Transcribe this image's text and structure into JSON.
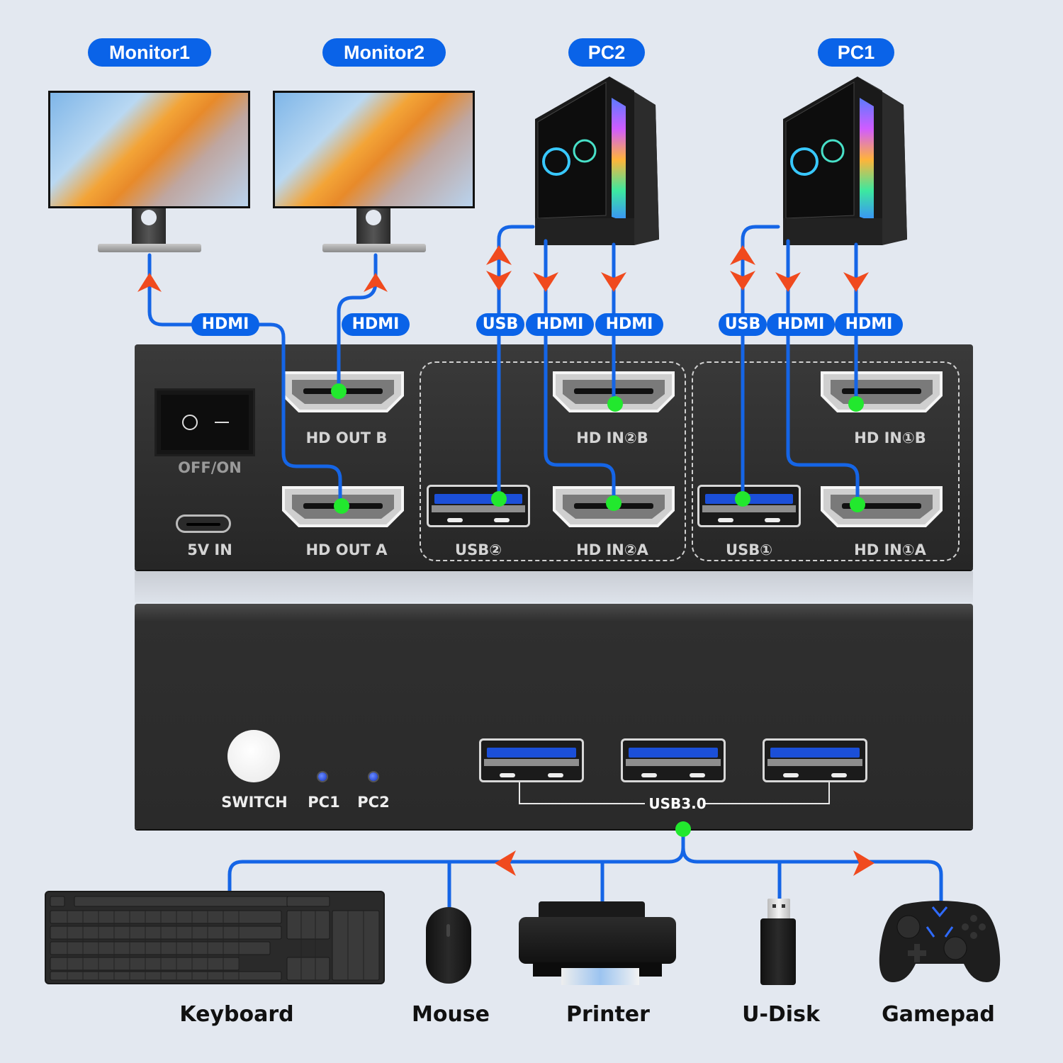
{
  "top_labels": {
    "monitor1": "Monitor1",
    "monitor2": "Monitor2",
    "pc2": "PC2",
    "pc1": "PC1"
  },
  "cable_labels": {
    "monitor1_hdmi": "HDMI",
    "monitor2_hdmi": "HDMI",
    "pc2_usb": "USB",
    "pc2_hdmi_a": "HDMI",
    "pc2_hdmi_b": "HDMI",
    "pc1_usb": "USB",
    "pc1_hdmi_a": "HDMI",
    "pc1_hdmi_b": "HDMI"
  },
  "rear_panel": {
    "power_switch_label": "OFF/ON",
    "power_in_label": "5V IN",
    "hd_out_b": "HD OUT B",
    "hd_out_a": "HD OUT A",
    "usb2": "USB②",
    "hd_in2_b": "HD IN②B",
    "hd_in2_a": "HD IN②A",
    "usb1": "USB①",
    "hd_in1_b": "HD IN①B",
    "hd_in1_a": "HD IN①A"
  },
  "front_panel": {
    "switch_label": "SWITCH",
    "led_pc1": "PC1",
    "led_pc2": "PC2",
    "usb_ports_label": "USB3.0"
  },
  "peripherals": [
    {
      "name": "Keyboard"
    },
    {
      "name": "Mouse"
    },
    {
      "name": "Printer"
    },
    {
      "name": "U-Disk"
    },
    {
      "name": "Gamepad"
    }
  ],
  "colors": {
    "cable": "#1565e6",
    "arrow": "#f04a1e",
    "connection_dot": "#22e82e",
    "pill": "#0a63e8",
    "background": "#e3e8f0"
  }
}
